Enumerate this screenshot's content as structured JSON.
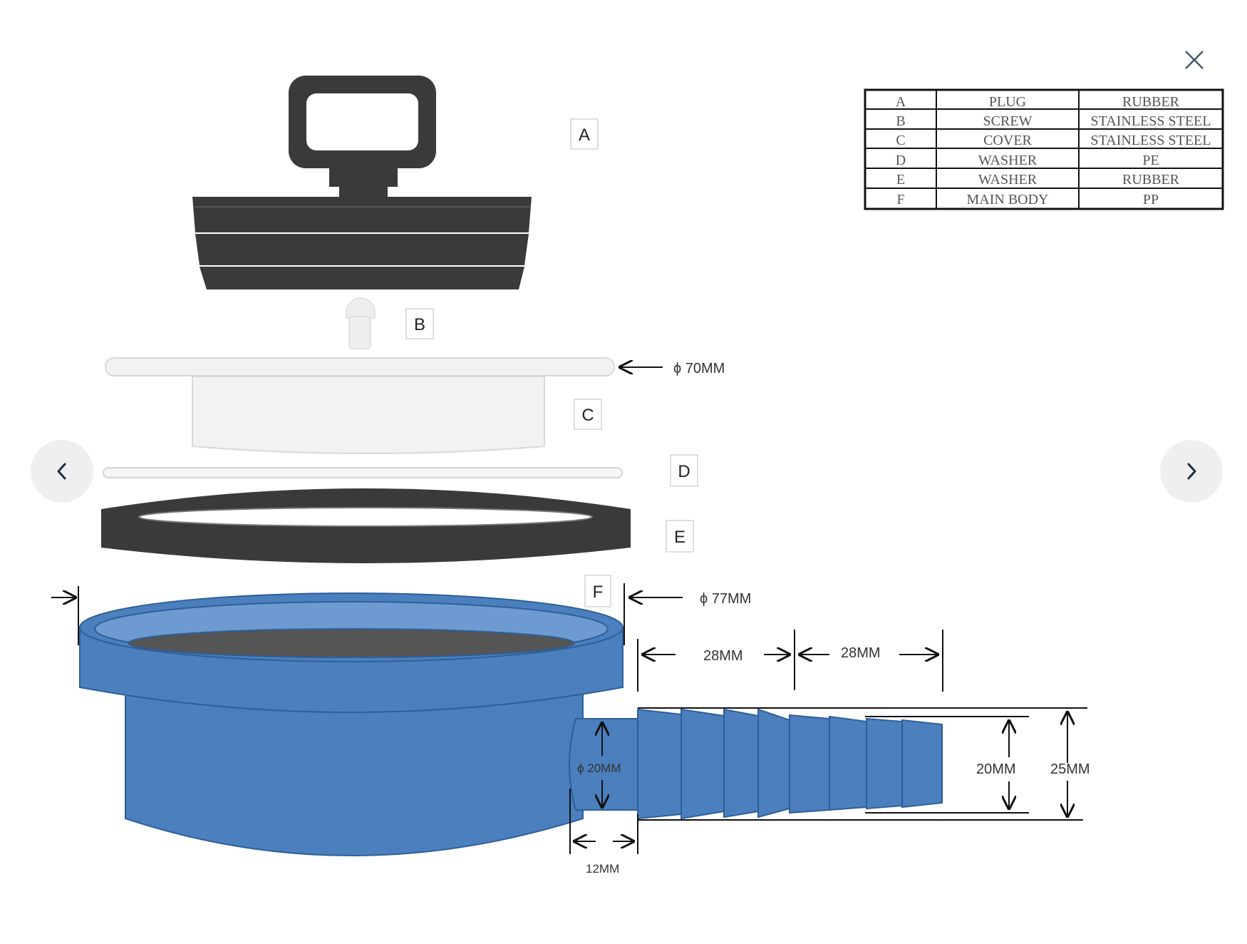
{
  "viewer": {
    "close_icon": "close-icon",
    "prev_icon": "chevron-left-icon",
    "next_icon": "chevron-right-icon"
  },
  "parts_table": {
    "rows": [
      [
        "A",
        "PLUG",
        "RUBBER"
      ],
      [
        "B",
        "SCREW",
        "STAINLESS STEEL"
      ],
      [
        "C",
        "COVER",
        "STAINLESS STEEL"
      ],
      [
        "D",
        "WASHER",
        "PE"
      ],
      [
        "E",
        "WASHER",
        "RUBBER"
      ],
      [
        "F",
        "MAIN BODY",
        "PP"
      ]
    ]
  },
  "part_labels": {
    "a": "A",
    "b": "B",
    "c": "C",
    "d": "D",
    "e": "E",
    "f": "F"
  },
  "dimensions": {
    "cover_diameter": "ϕ 70MM",
    "body_diameter": "ϕ 77MM",
    "barb_length_1": "28MM",
    "barb_length_2": "28MM",
    "outlet_diameter": "ϕ 20MM",
    "hose_inner": "20MM",
    "hose_outer": "25MM",
    "neck_length": "12MM"
  },
  "colors": {
    "plug": "#3a3a3a",
    "body": "#4b7fbd",
    "cover": "#f2f2f2"
  }
}
